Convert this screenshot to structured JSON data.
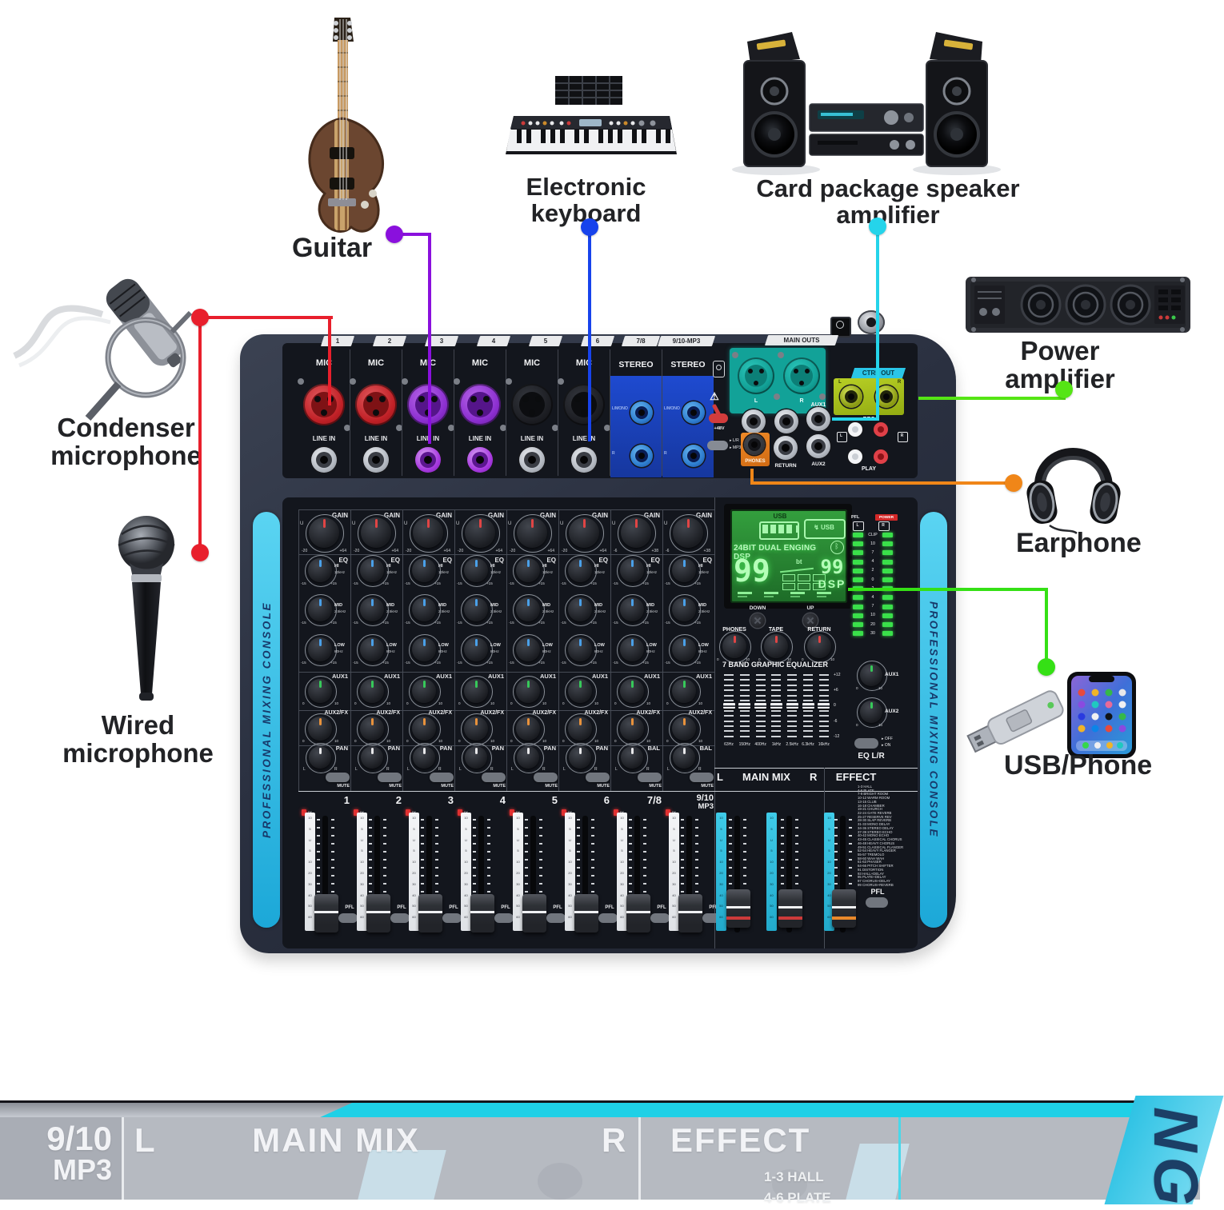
{
  "devices": {
    "condenser_mic": {
      "label": "Condenser microphone"
    },
    "wired_mic": {
      "label": "Wired microphone"
    },
    "guitar": {
      "label": "Guitar"
    },
    "keyboard": {
      "label": "Electronic keyboard"
    },
    "speaker_amp": {
      "label": "Card package speaker amplifier"
    },
    "power_amp": {
      "label": "Power amplifier"
    },
    "earphone": {
      "label": "Earphone"
    },
    "usb_phone": {
      "label": "USB/Phone"
    }
  },
  "connector_colors": {
    "mic": "#e81f2c",
    "guitar": "#8a10dd",
    "keyboard": "#1743ec",
    "speaker": "#25d4ea",
    "power_amp": "#55e515",
    "phones": "#f08618",
    "usb": "#35e015"
  },
  "mixer": {
    "side_text": "PROFESSIONAL MIXING CONSOLE",
    "jacks": {
      "tabs": [
        "1",
        "2",
        "3",
        "4",
        "5",
        "6",
        "7/8",
        "9/10-MP3"
      ],
      "mic": "MIC",
      "line_in": "LINE IN",
      "stereo": "STEREO",
      "l_mono": "L/MONO",
      "r": "R",
      "main_outs": "MAIN OUTS",
      "main_l": "L",
      "main_r": "R",
      "phantom": "+48V",
      "lr": "L/R",
      "mp3": "MP3",
      "aux1": "AUX1",
      "aux2": "AUX2",
      "return": "RETURN",
      "phones": "PHONES",
      "ctrl_out": "CTRL OUT",
      "ctrl_l": "L",
      "ctrl_r": "R",
      "rec": "REC",
      "play": "PLAY",
      "rec_l": "L",
      "rec_r": "R"
    },
    "strip": {
      "gain": "GAIN",
      "eq": "EQ",
      "hi": "HI",
      "hi_freq": "12kHz",
      "mid": "MID",
      "mid_freq": "2.5kHz",
      "low": "LOW",
      "low_freq": "80Hz",
      "aux1": "AUX1",
      "aux2fx": "AUX2/FX",
      "pan": "PAN",
      "bal": "BAL",
      "mute": "MUTE",
      "u": "U",
      "gain_lo": "-20",
      "gain_hi": "+64",
      "gain_lo_st": "-6",
      "gain_hi_st": "+38",
      "eq_lo": "-15",
      "eq_hi": "+15",
      "aux_lo": "0",
      "aux_hi": "10",
      "pan_l": "L",
      "pan_r": "R",
      "pk": "PK",
      "pfl": "PFL",
      "db": "dB",
      "fader_scale": [
        "10",
        "5",
        "U",
        "5",
        "10",
        "20",
        "30",
        "40",
        "50",
        "60"
      ]
    },
    "channel_numbers": [
      "1",
      "2",
      "3",
      "4",
      "5",
      "6",
      "7/8"
    ],
    "ch9_10": "9/10",
    "ch9_10_sub": "MP3",
    "display": {
      "usb": "USB",
      "title": "24BIT DUAL ENGING DSP",
      "left_value": "99",
      "bt": "bt",
      "right_value": "99",
      "dsp": "DSP",
      "down": "DOWN",
      "up": "UP"
    },
    "monitor": [
      "PHONES",
      "TAPE",
      "RETURN"
    ],
    "meter": {
      "pfl": "PFL",
      "power": "POWER",
      "l": "L",
      "r": "R",
      "scale": [
        "CLIP",
        "10",
        "7",
        "4",
        "2",
        "0",
        "2",
        "4",
        "7",
        "10",
        "20",
        "30"
      ]
    },
    "geq": {
      "title": "7 BAND GRAPHIC EQUALIZER",
      "freqs": [
        "63Hz",
        "150Hz",
        "400Hz",
        "1kHz",
        "2.5kHz",
        "6.3kHz",
        "16kHz"
      ],
      "scale": [
        "+12",
        "+6",
        "0",
        "-6",
        "-12"
      ],
      "aux1": "AUX1",
      "aux2": "AUX2",
      "eq_lr": "EQ L/R",
      "off": "OFF",
      "on": "ON"
    },
    "master": {
      "l": "L",
      "main_mix": "MAIN MIX",
      "r": "R",
      "effect": "EFFECT",
      "pfl": "PFL",
      "effects": [
        "1-3 HALL",
        "4-6 PLATE",
        "7-9 BRIGHT ROOM",
        "10-12 WARM ROOM",
        "13-15 CLUB",
        "16-18 CHAMBER",
        "19-21 CHURCH",
        "22-24 GATE REVERB",
        "25-27 RESERVE REV",
        "28-30 SLAP REVERB",
        "31-33 MONO DELAY",
        "34-36 STEREO DELAY",
        "37-39 STEREO ECHO",
        "40-42 MONO ECHO",
        "43-45 CLASSICAL CHORUS",
        "46-48 HEAVY CHORUS",
        "49-51 CLASSICAL FLANGER",
        "52-54 HEAVY FLANGER",
        "55-57 TREMOLO",
        "58-60 WAH WAH",
        "61-63 PHASER",
        "64-66 PITCH SHIFTER",
        "91 DISTORTION",
        "93 HALL+DELAY",
        "95 PLATE+DELAY",
        "97 CHORUS+DELAY",
        "99 CHORUS+REVERB"
      ]
    }
  },
  "bottom_strip": {
    "ch": "9/10",
    "mp3": "MP3",
    "l": "L",
    "main_mix": "MAIN MIX",
    "r": "R",
    "effect": "EFFECT",
    "fx1": "1-3  HALL",
    "fx2": "4-6  PLATE",
    "side_fragment": "NG"
  }
}
